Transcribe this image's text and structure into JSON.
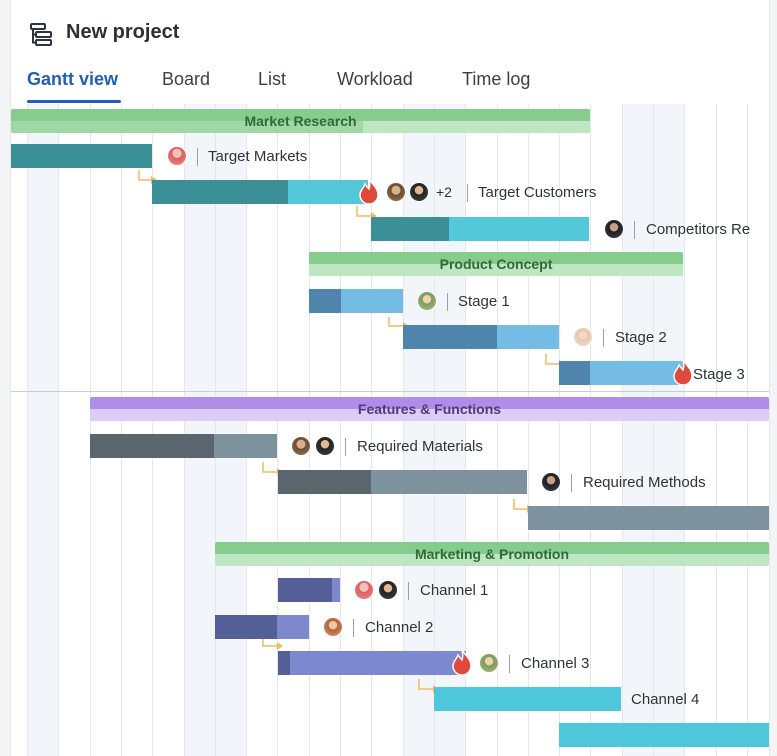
{
  "project": {
    "title": "New project",
    "icon": "project-tree-icon"
  },
  "tabs": [
    {
      "label": "Gantt view",
      "active": true
    },
    {
      "label": "Board",
      "active": false
    },
    {
      "label": "List",
      "active": false
    },
    {
      "label": "Workload",
      "active": false
    },
    {
      "label": "Time log",
      "active": false
    }
  ],
  "colors": {
    "accent": "#1f5fb5",
    "group_green": "#86cc8c",
    "group_purple": "#b18ce8",
    "teal_dark": "#3a9096",
    "teal_light": "#53c8d8",
    "blue_dark": "#4f85ad",
    "blue_light": "#75bce4",
    "slate_dark": "#5a656d",
    "slate_light": "#7d929d",
    "indigo_dark": "#555f97",
    "indigo_light": "#7e88ce",
    "cyan": "#4ec7da",
    "dependency_line": "#f5b961",
    "critical_flame": "#e04a3c"
  },
  "groups": [
    {
      "name": "Market Research"
    },
    {
      "name": "Product Concept"
    },
    {
      "name": "Features & Functions"
    },
    {
      "name": "Marketing & Promotion"
    }
  ],
  "tasks": {
    "target_markets": {
      "label": "Target Markets"
    },
    "target_customers": {
      "label": "Target Customers",
      "extra_assignees": "+2"
    },
    "competitors": {
      "label": "Competitors Re"
    },
    "stage1": {
      "label": "Stage 1"
    },
    "stage2": {
      "label": "Stage 2"
    },
    "stage3": {
      "label": "Stage 3"
    },
    "required_materials": {
      "label": "Required Materials"
    },
    "required_methods": {
      "label": "Required Methods"
    },
    "channel1": {
      "label": "Channel 1"
    },
    "channel2": {
      "label": "Channel 2"
    },
    "channel3": {
      "label": "Channel 3"
    },
    "channel4": {
      "label": "Channel 4"
    }
  }
}
